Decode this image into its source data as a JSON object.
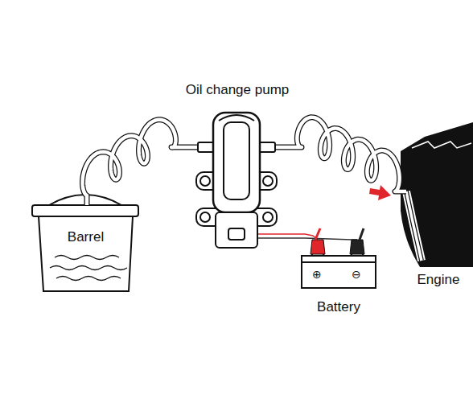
{
  "diagram": {
    "nodes": [
      {
        "text": [
          "Oil change pump"
        ]
      },
      {
        "text": [
          "Barrel"
        ]
      },
      {
        "text": [
          "Engine"
        ]
      },
      {
        "text": [
          "Battery"
        ]
      }
    ],
    "edges": [
      {
        "from": 0,
        "to": 1,
        "arrow": "none"
      },
      {
        "from": 0,
        "to": 2,
        "arrow": "none"
      },
      {
        "from": 0,
        "to": 3,
        "arrow": "none"
      },
      {
        "from": 0,
        "to": 3,
        "arrow": "none"
      }
    ],
    "labels": [
      "⊕",
      "⊖"
    ]
  }
}
